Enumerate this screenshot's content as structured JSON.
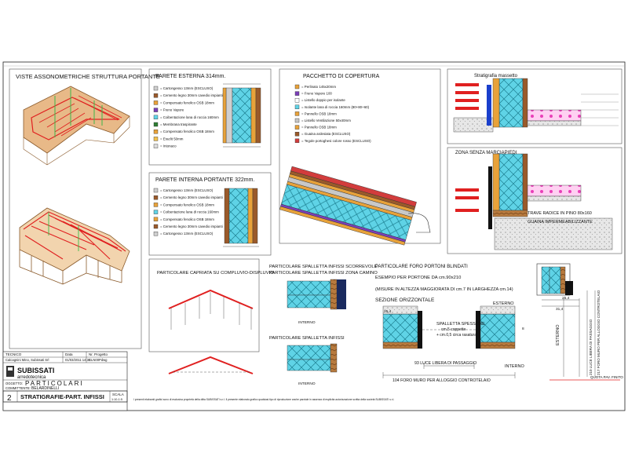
{
  "sheet": {
    "page_number": "2",
    "title": "STRATIGRAFIE-PART. INFISSI",
    "scale_label": "SCALA",
    "scale_value": "1:10-1:5",
    "subject_label": "OGGETTO:",
    "subject": "PARTICOLARI",
    "client_label": "COMMITTENTE:",
    "client": "BELARDINELLI",
    "company": "SUBISSATI",
    "company_sub": "arredotecnica",
    "header_cells": [
      "TECNICO",
      "Data",
      "Nr. Progetto"
    ],
    "row_cells": [
      "Calcagnini Mino, Subissati Srl",
      "01/03/2011 14:30",
      "CLN00Pdwg"
    ],
    "disclaimer": "I presenti elaborati grafici sono di esclusiva proprietà della ditta SUBISSATI s.r.l.  Il presente elaborato grafico qualsiasi tipo di riproduzione anche parziale in assenza di esplicita autorizzazione scritta della società SUBISSATI s.r.l."
  },
  "panels": {
    "axon": {
      "title": "VISTE ASSONOMETRICHE STRUTTURA PORTANTE"
    },
    "ext_wall": {
      "title": "PARETE ESTERNA 314mm.",
      "legend": [
        {
          "label": "Cartongesso 13mm (ESCLUSO)",
          "color": "#cfcfcf"
        },
        {
          "label": "Cemento legno 30mm cavedio impianti",
          "color": "#9a5a2a"
        },
        {
          "label": "Compensato fenolico OSB 18mm",
          "color": "#e8a23a"
        },
        {
          "label": "Freno Vapore",
          "color": "#7a3fb8"
        },
        {
          "label": "Coibentazione lana di roccia 160mm",
          "color": "#5fd3e6"
        },
        {
          "label": "Membrana traspirante",
          "color": "#2e7d32"
        },
        {
          "label": "Compensato fenolico OSB 18mm",
          "color": "#e8a23a"
        },
        {
          "label": "Eraclit 50mm",
          "color": "#f2c14e"
        },
        {
          "label": "Intonaco",
          "color": "#dcdcdc"
        }
      ]
    },
    "int_wall": {
      "title": "PARETE INTERNA PORTANTE 322mm.",
      "legend": [
        {
          "label": "Cartongesso 13mm (ESCLUSO)",
          "color": "#cfcfcf"
        },
        {
          "label": "Cemento legno 30mm cavedio impianti",
          "color": "#9a5a2a"
        },
        {
          "label": "Compensato fenolico OSB 18mm",
          "color": "#e8a23a"
        },
        {
          "label": "Coibentazione lana di roccia 160mm",
          "color": "#5fd3e6"
        },
        {
          "label": "Compensato fenolico OSB 18mm",
          "color": "#e8a23a"
        },
        {
          "label": "Cemento legno 30mm cavedio impianti",
          "color": "#9a5a2a"
        },
        {
          "label": "Cartongesso 13mm (ESCLUSO)",
          "color": "#cfcfcf"
        }
      ]
    },
    "roof": {
      "title": "PACCHETTO DI COPERTURA",
      "legend": [
        {
          "label": "Perlinato 145x20mm",
          "color": "#e8a23a"
        },
        {
          "label": "Freno Vapore 100",
          "color": "#7a3fb8"
        },
        {
          "label": "Listello doppio per isolante",
          "color": "#ffffff"
        },
        {
          "label": "Isolante lana di roccia 160mm (80+80+60)",
          "color": "#5fd3e6"
        },
        {
          "label": "Pannello OSB 18mm",
          "color": "#e8a23a"
        },
        {
          "label": "Listello Ventilazione 50x40mm",
          "color": "#c8c8c8"
        },
        {
          "label": "Pannello OSB 18mm",
          "color": "#e8a23a"
        },
        {
          "label": "Guaina ardesiata (ESCLUSO)",
          "color": "#9a5a2a"
        },
        {
          "label": "Tegole portoghesi colore rosso (ESCLUSO)",
          "color": "#d23c3c"
        }
      ]
    },
    "strat": {
      "title": "Stratigrafia massetto"
    },
    "zona": {
      "title": "ZONA SENZA MARCIAPIEDI",
      "note1": "TRAVE RADICE IN PINO 80x160",
      "note2": "GUAINA IMPERMEABILIZZANTE"
    },
    "capriata": {
      "title": "PARTICOLARE CAPRIATA SU COMPLUVIO-DISPLUVIO"
    },
    "spall": {
      "title1": "PARTICOLARE SPALLETTA INFISSI SCORREVOLE",
      "title2": "PARTICOLARE SPALLETTA INFISSI ZONA CAMINO",
      "title3": "PARTICOLARE SPALLETTA INFISSI",
      "interno": "INTERNO"
    },
    "foro": {
      "title": "PARTICOLARE FORO PORTONI BLINDATI",
      "example": "ESEMPIO PER PORTONE DA cm.90x210",
      "note": "(MISURE IN ALTEZZA MAGGIORATA DI cm.7 IN LARGHEZZA cm.14)",
      "section": "SEZIONE ORIZZONTALE",
      "spalletta": "SPALLETTA SPESSORE",
      "spalletta2": "cm.5 coppette",
      "spalletta3": "+ cm.0,5 circa rasatura",
      "esterno": "ESTERNO",
      "interno": "INTERNO",
      "luce": "93 LUCE LIBERA DI PASSAGGIO",
      "foro_muro": "104 FORO MURO PER ALLOGGIO CONTROTELAIO",
      "dim1": "25,4",
      "dim2": "8"
    },
    "vsec": {
      "esterno": "ESTERNO",
      "quota": "QUOTA PAV. FINITO",
      "foro_muro_v": "217 FORO MURO PER ALLOGGIO CONTROTELAIO",
      "luce_v": "210 LUCE LIBERA DI PASSAGGIO",
      "dim1": "25,4",
      "dim2": "31,4"
    }
  }
}
